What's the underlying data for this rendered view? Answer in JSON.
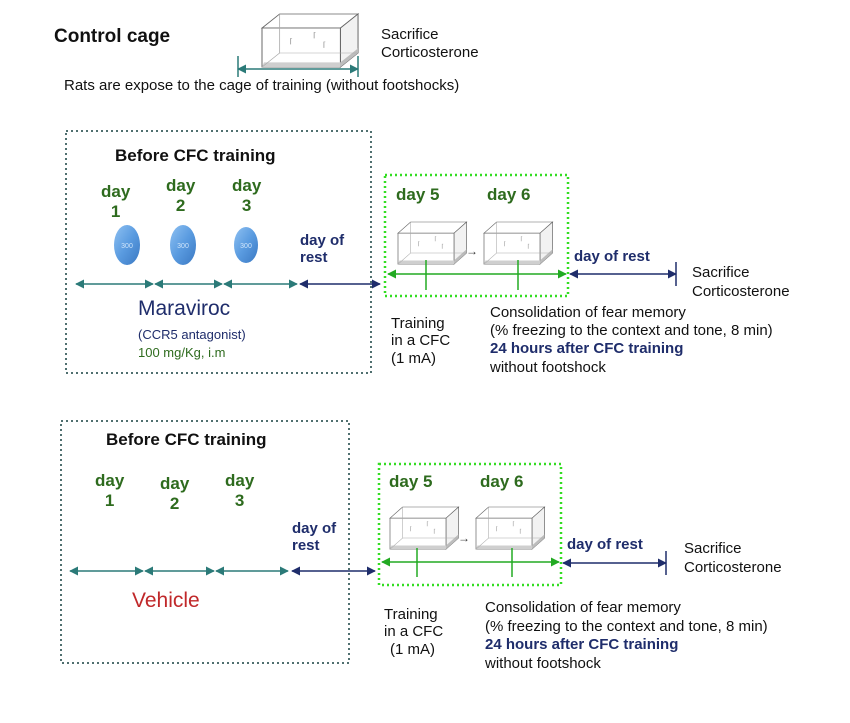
{
  "control": {
    "title": "Control cage",
    "sacrifice": "Sacrifice",
    "corticosterone": "Corticosterone",
    "exposure_text": "Rats are expose to the cage of training (without footshocks)"
  },
  "maraviroc_panel": {
    "before_title": "Before CFC training",
    "days": [
      {
        "word": "day",
        "num": "1"
      },
      {
        "word": "day",
        "num": "2"
      },
      {
        "word": "day",
        "num": "3"
      }
    ],
    "rest": [
      "day of",
      "rest"
    ],
    "day5": "day 5",
    "day6": "day 6",
    "rest_after": "day of rest",
    "sacrifice": "Sacrifice",
    "corticosterone": "Corticosterone",
    "drug_name": "Maraviroc",
    "drug_class": "(CCR5 antagonist)",
    "drug_dose": "100 mg/Kg, i.m",
    "training": [
      "Training",
      "in a CFC",
      "(1 mA)"
    ],
    "consolidation": "Consolidation of fear memory",
    "freezing": "(% freezing to the context and tone, 8 min)",
    "hours": "24 hours after CFC training",
    "without": "without    footshock"
  },
  "vehicle_panel": {
    "before_title": "Before CFC training",
    "days": [
      {
        "word": "day",
        "num": "1"
      },
      {
        "word": "day",
        "num": "2"
      },
      {
        "word": "day",
        "num": "3"
      }
    ],
    "rest": [
      "day of",
      "rest"
    ],
    "day5": "day 5",
    "day6": "day 6",
    "rest_after": "day of rest",
    "sacrifice": "Sacrifice",
    "corticosterone": "Corticosterone",
    "treatment": "Vehicle",
    "training": [
      "Training",
      "in a CFC",
      "(1 mA)"
    ],
    "consolidation": "Consolidation of fear memory",
    "freezing": "(% freezing to the context and tone, 8 min)",
    "hours": "24 hours after CFC training",
    "without": "without    footshock"
  },
  "colors": {
    "panel_border": "#4f6f6f",
    "green_box": "#33dd22",
    "timeline_blue": "#1f2d6b",
    "timeline_green": "#22aa22",
    "pill": "#5a9be0",
    "day_green": "#2e6b1e",
    "vehicle_red": "#c0282a"
  },
  "icons": [
    "cage-icon",
    "pill-icon",
    "arrow-icon"
  ]
}
